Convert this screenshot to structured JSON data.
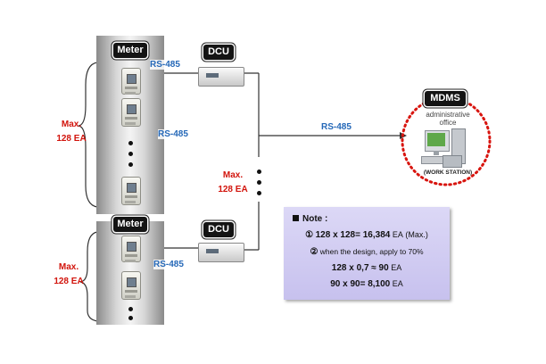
{
  "meter_tag": "Meter",
  "dcu_tag": "DCU",
  "mdms_tag": "MDMS",
  "rs485": "RS-485",
  "max_label": "Max.",
  "count_label": "128 EA",
  "office": {
    "line1": "administrative",
    "line2": "office",
    "station": "(WORK STATION)"
  },
  "note": {
    "title": "Note :",
    "line1_calc": "128 x 128= 16,384",
    "line1_unit": "EA (Max.)",
    "line2": "when the design, apply to 70%",
    "line3_calc": "128 x 0,7 ≈ 90",
    "line3_unit": "EA",
    "line4_calc": "90 x 90= 8,100",
    "line4_unit": "EA",
    "bullet1": "①",
    "bullet2": "②"
  },
  "colors": {
    "rs_label": "#2568b8",
    "max_label": "#d2140c",
    "mdms_circle": "#d8150f",
    "note_bg": "#cfc9f2"
  }
}
